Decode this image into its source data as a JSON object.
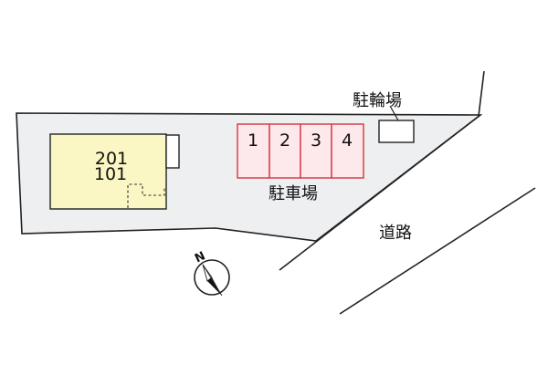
{
  "building": {
    "unit_upper": "201",
    "unit_lower": "101"
  },
  "parking": {
    "label": "駐車場",
    "spaces": [
      "1",
      "2",
      "3",
      "4"
    ]
  },
  "bicycle_parking": {
    "label": "駐輪場"
  },
  "road": {
    "label": "道路"
  },
  "compass": {
    "north_label": "N"
  },
  "colors": {
    "lot_fill": "#eeeff0",
    "outline": "#222222",
    "building_fill": "#fbf7c4",
    "parking_stroke": "#d8343f",
    "parking_fill": "#fde8ec"
  }
}
